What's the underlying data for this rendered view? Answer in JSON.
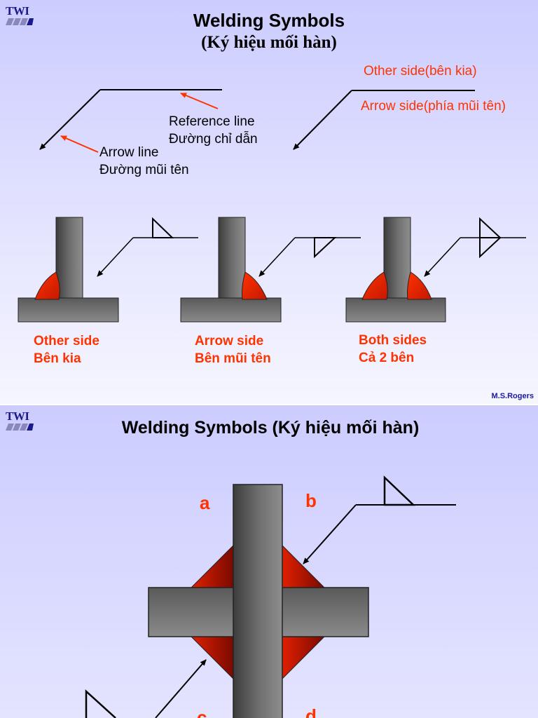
{
  "slide1": {
    "logo": "TWI",
    "title": "Welding Symbols",
    "subtitle": "(Ký hiệu mối hàn)",
    "reference_line": {
      "en": "Reference line",
      "vi": "Đường chỉ dẫn"
    },
    "arrow_line": {
      "en": "Arrow line",
      "vi": "Đường mũi tên"
    },
    "other_side_label": "Other side(bên kia)",
    "arrow_side_label": "Arrow side(phía mũi tên)",
    "examples": [
      {
        "en": "Other side",
        "vi": "Bên kia"
      },
      {
        "en": "Arrow side",
        "vi": "Bên mũi tên"
      },
      {
        "en": "Both sides",
        "vi": "Cả 2 bên"
      }
    ],
    "author": "M.S.Rogers"
  },
  "slide2": {
    "logo": "TWI",
    "title": "Welding Symbols (Ký hiệu mối hàn)",
    "labels": {
      "a": "a",
      "b": "b",
      "c": "c",
      "d": "d"
    }
  },
  "colors": {
    "weld_red": "#ff3300",
    "steel_dark": "#444444",
    "steel_light": "#8a8a8a",
    "logo_blue": "#1a1a8c",
    "annotation_red": "#ff3300"
  }
}
